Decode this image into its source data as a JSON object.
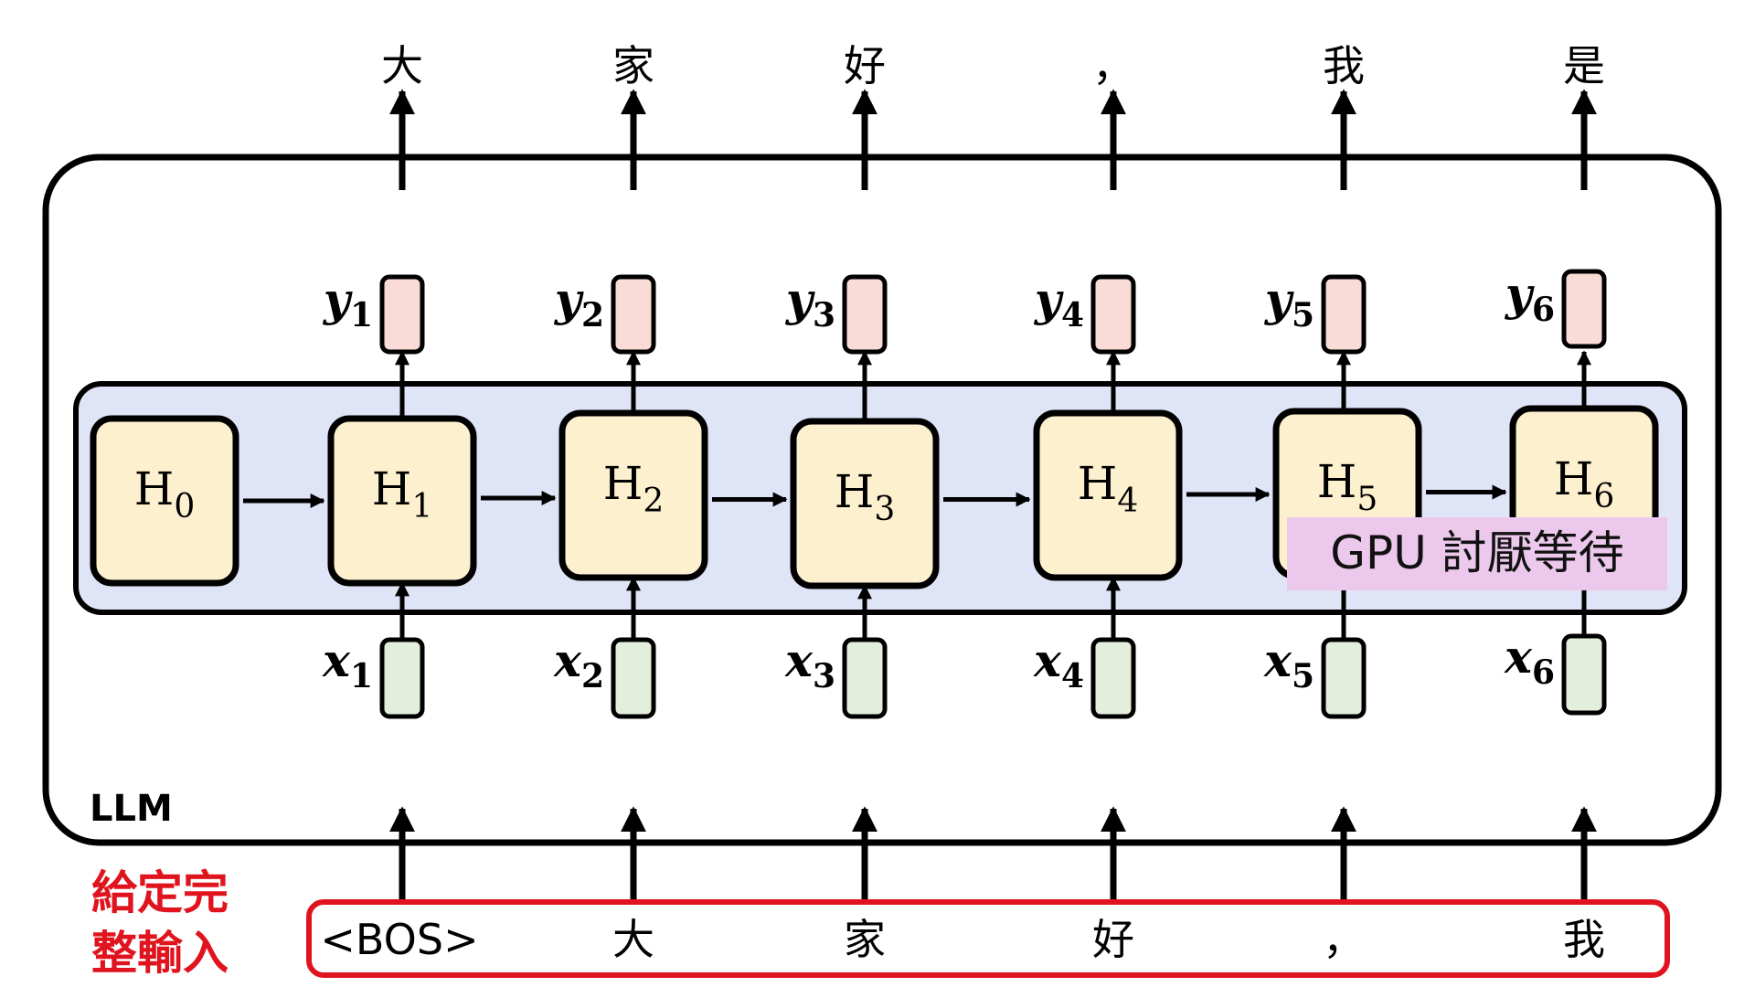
{
  "outputs": [
    "大",
    "家",
    "好",
    "，",
    "我",
    "是"
  ],
  "inputs": [
    "<BOS>",
    "大",
    "家",
    "好",
    "，",
    "我"
  ],
  "hidden_states": [
    {
      "base": "H",
      "sub": "0"
    },
    {
      "base": "H",
      "sub": "1"
    },
    {
      "base": "H",
      "sub": "2"
    },
    {
      "base": "H",
      "sub": "3"
    },
    {
      "base": "H",
      "sub": "4"
    },
    {
      "base": "H",
      "sub": "5"
    },
    {
      "base": "H",
      "sub": "6"
    }
  ],
  "y_vectors": [
    {
      "base": "y",
      "sub": "1"
    },
    {
      "base": "y",
      "sub": "2"
    },
    {
      "base": "y",
      "sub": "3"
    },
    {
      "base": "y",
      "sub": "4"
    },
    {
      "base": "y",
      "sub": "5"
    },
    {
      "base": "y",
      "sub": "6"
    }
  ],
  "x_vectors": [
    {
      "base": "x",
      "sub": "1"
    },
    {
      "base": "x",
      "sub": "2"
    },
    {
      "base": "x",
      "sub": "3"
    },
    {
      "base": "x",
      "sub": "4"
    },
    {
      "base": "x",
      "sub": "5"
    },
    {
      "base": "x",
      "sub": "6"
    }
  ],
  "llm_label": "LLM",
  "callout": "GPU 討厭等待",
  "side_note": [
    "給定完",
    "整輸入"
  ],
  "colors": {
    "h_fill": "#fdf0cf",
    "band_fill": "#dfe5f6",
    "y_fill": "#f9dcd8",
    "x_fill": "#e3efdc",
    "input_border": "#e0141e",
    "side_note": "#e0141e",
    "callout_fill": "#ecc8ec"
  }
}
